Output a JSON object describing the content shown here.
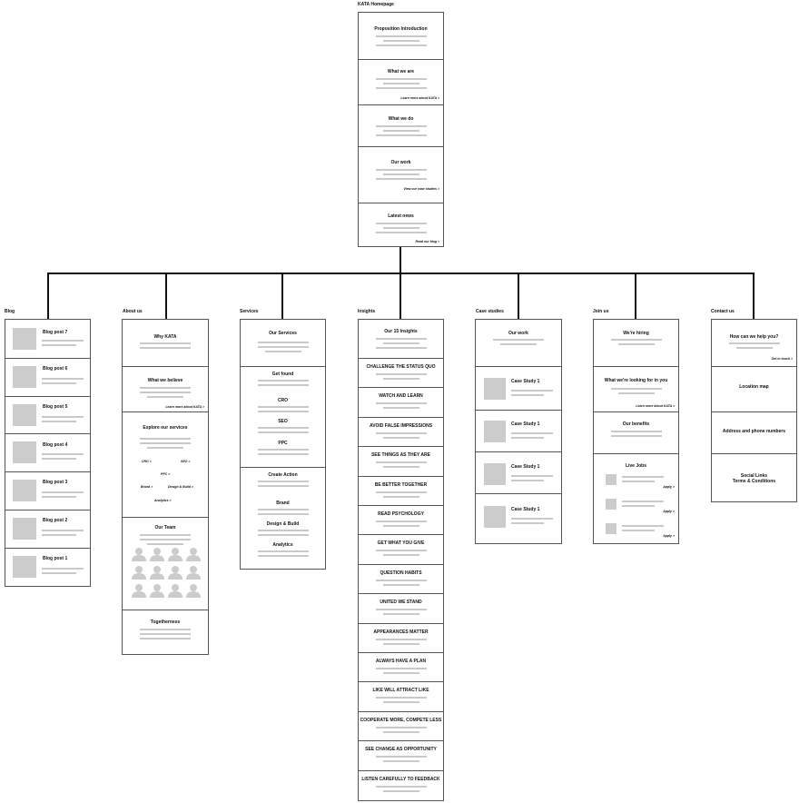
{
  "homepage": {
    "title": "KATA Homepage",
    "sections": [
      {
        "label": "Proposition Introduction"
      },
      {
        "label": "What we are",
        "link": "Learn more about KATA >"
      },
      {
        "label": "What we do"
      },
      {
        "label": "Our work",
        "link": "View our case studies >"
      },
      {
        "label": "Latest news",
        "link": "Read our blog >"
      }
    ]
  },
  "blog": {
    "title": "Blog",
    "posts": [
      "Blog post 7",
      "Blog post 6",
      "Blog post 5",
      "Blog post 4",
      "Blog post 3",
      "Blog post 2",
      "Blog post 1"
    ]
  },
  "about": {
    "title": "About us",
    "why": "Why KATA",
    "believe": "What we believe",
    "believe_link": "Learn more about KATA >",
    "explore": "Explore our services",
    "service_links": [
      "CRO >",
      "SEO >",
      "PPC >",
      "Brand >",
      "Design & Build >",
      "Analytics >"
    ],
    "team": "Our Team",
    "together": "Togetherness"
  },
  "services": {
    "title": "Services",
    "our_services": "Our Services",
    "items": [
      "Get found",
      "CRO",
      "SEO",
      "PPC",
      "Create Action",
      "Brand",
      "Design & Build",
      "Analytics"
    ]
  },
  "insights": {
    "title": "Insights",
    "header": "Our 15 Insights",
    "items": [
      "CHALLENGE THE STATUS QUO",
      "WATCH AND LEARN",
      "AVOID FALSE IMPRESSIONS",
      "SEE THINGS AS THEY ARE",
      "BE BETTER TOGETHER",
      "READ PSYCHOLOGY",
      "GET WHAT YOU GIVE",
      "QUESTION HABITS",
      "UNITED WE STAND",
      "APPEARANCES MATTER",
      "ALWAYS HAVE A PLAN",
      "LIKE WILL ATTRACT LIKE",
      "COOPERATE MORE, COMPETE LESS",
      "SEE CHANGE AS OPPORTUNITY",
      "LISTEN CAREFULLY TO FEEDBACK"
    ]
  },
  "cases": {
    "title": "Case studies",
    "header": "Our work",
    "items": [
      "Case Study 1",
      "Case Study 1",
      "Case Study 1",
      "Case Study 1"
    ]
  },
  "join": {
    "title": "Join us",
    "hiring": "We're hiring",
    "looking": "What we're looking for in you",
    "looking_link": "Learn more about KATA >",
    "benefits": "Our benefits",
    "jobs": "Live Jobs",
    "apply": [
      "Apply >",
      "Apply >",
      "Apply >"
    ]
  },
  "contact": {
    "title": "Contact us",
    "help": "How can we help you?",
    "help_link": "Get in touch >",
    "map": "Location map",
    "address": "Address and phone numbers",
    "social": "Social Links",
    "terms": "Terms & Conditions"
  },
  "colors": {
    "placeholder": "#cccccc",
    "text_line": "#c9c9c9",
    "border": "#555555",
    "connector": "#111111"
  }
}
